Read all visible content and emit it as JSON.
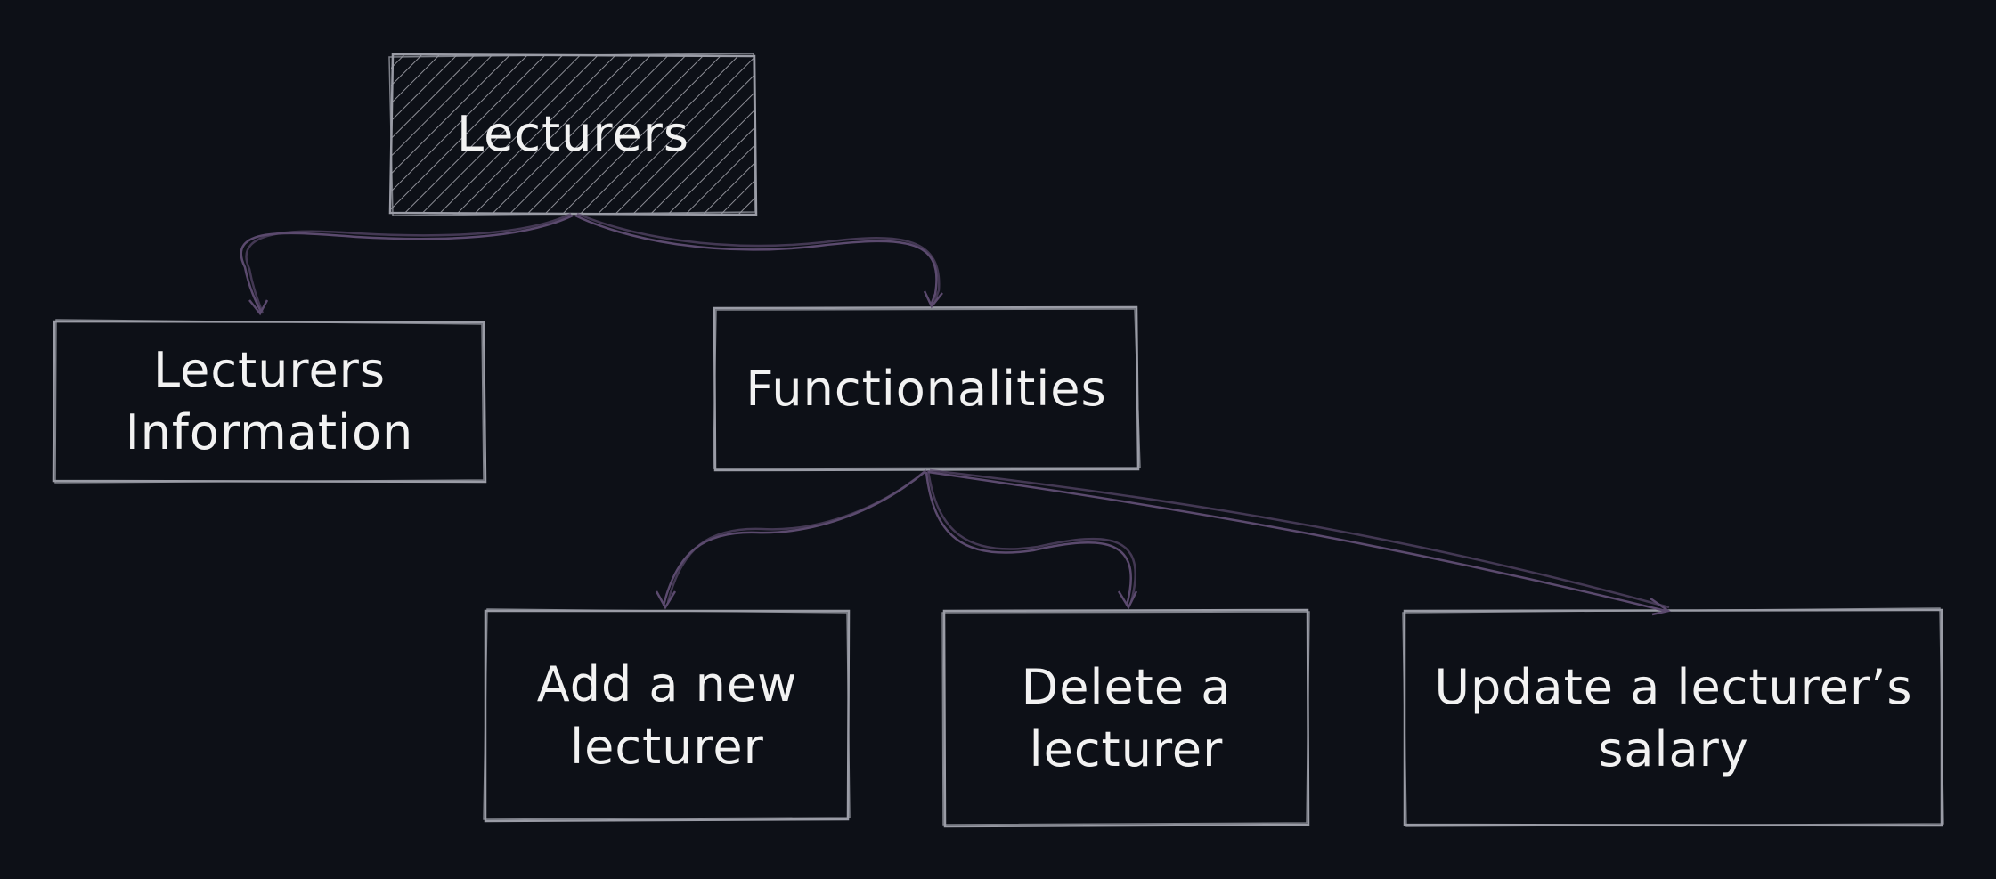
{
  "diagram": {
    "colors": {
      "background": "#0d1017",
      "box_stroke": "#9a9ca6",
      "arrow": "#5b4a6e",
      "hatch": "#8d8e96",
      "text": "#f2f2f2"
    },
    "nodes": {
      "root": {
        "label": "Lecturers"
      },
      "info": {
        "line1": "Lecturers",
        "line2": "Information"
      },
      "functionalities": {
        "label": "Functionalities"
      },
      "add": {
        "line1": "Add a new",
        "line2": "lecturer"
      },
      "delete": {
        "line1": "Delete a",
        "line2": "lecturer"
      },
      "update": {
        "line1": "Update a lecturer’s",
        "line2": "salary"
      }
    },
    "edges": [
      {
        "from": "root",
        "to": "info"
      },
      {
        "from": "root",
        "to": "functionalities"
      },
      {
        "from": "functionalities",
        "to": "add"
      },
      {
        "from": "functionalities",
        "to": "delete"
      },
      {
        "from": "functionalities",
        "to": "update"
      }
    ]
  }
}
